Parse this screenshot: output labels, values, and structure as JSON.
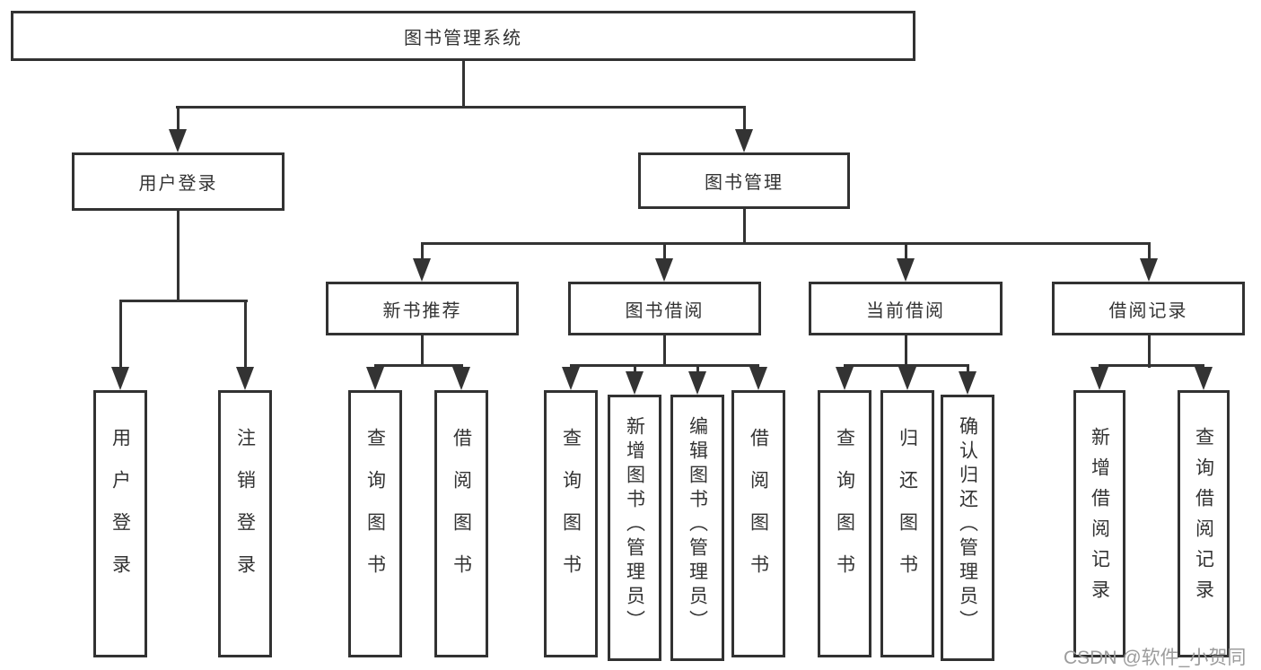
{
  "diagram_type": "hierarchy-tree",
  "hierarchy": {
    "label": "图书管理系统",
    "children": [
      {
        "label": "用户登录",
        "children": [
          {
            "label": "用户登录"
          },
          {
            "label": "注销登录"
          }
        ]
      },
      {
        "label": "图书管理",
        "children": [
          {
            "label": "新书推荐",
            "children": [
              {
                "label": "查询图书"
              },
              {
                "label": "借阅图书"
              }
            ]
          },
          {
            "label": "图书借阅",
            "children": [
              {
                "label": "查询图书"
              },
              {
                "label": "新增图书（管理员）"
              },
              {
                "label": "编辑图书（管理员）"
              },
              {
                "label": "借阅图书"
              }
            ]
          },
          {
            "label": "当前借阅",
            "children": [
              {
                "label": "查询图书"
              },
              {
                "label": "归还图书"
              },
              {
                "label": "确认归还（管理员）"
              }
            ]
          },
          {
            "label": "借阅记录",
            "children": [
              {
                "label": "新增借阅记录"
              },
              {
                "label": "查询借阅记录"
              }
            ]
          }
        ]
      }
    ]
  },
  "watermark": {
    "text": "CSDN @软件_小贺同学",
    "color": "#9c9c9c"
  },
  "colors": {
    "background": "#ffffff",
    "box_border": "#323232",
    "connector_line": "#333333",
    "text": "#333333"
  }
}
